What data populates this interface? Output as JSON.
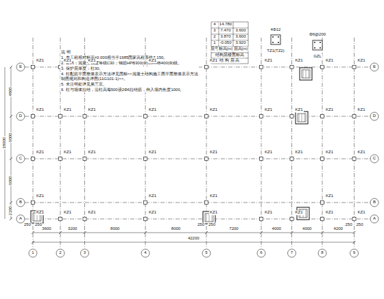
{
  "diagram": {
    "labels": [
      "说 明",
      "1. 本工程相对标高±0.000相当于1985国家高程系统7.150。",
      "2. 材料：混凝土强度等级C30；钢筋HPB300(Φ)和HRB400(Φ)级。",
      "3. 保护层厚度：柱30。",
      "4. 柱配筋平面整体表示方法详见国标<<混凝土结构施工图平面整体表示方法制图规则和构造详图(11G101-1)>>。",
      "5. 未注明处详见第三页。",
      "6. 柱与墙体拉结，沿柱高每500设2Φ6拉结筋，伸入墙内长度1000。",
      "4",
      "14.780",
      "3",
      "7.470",
      "3.600",
      "2",
      "3.870",
      "3.600",
      "1",
      "-0.050",
      "3.920",
      "层号",
      "标高(m)",
      "层高(m)",
      "结构层楼面标高",
      "结 构 层 高",
      "TZ1(TZ2)",
      "GZL",
      "4Φ12",
      "Φ6@200",
      "3600",
      "3200",
      "8000",
      "8000",
      "7200",
      "4000",
      "4000",
      "4200",
      "42200",
      "1",
      "2",
      "3",
      "4",
      "5",
      "6",
      "7",
      "8",
      "9",
      "A",
      "B",
      "C",
      "D",
      "E",
      "A",
      "B",
      "C",
      "D",
      "E",
      "2100",
      "6000",
      "6000",
      "4800",
      "18900",
      "KZ1",
      "KZ1",
      "KZ1",
      "KZ1",
      "KZ1",
      "KZ1",
      "KZ1",
      "KZ1",
      "KZ1",
      "KZ1",
      "KZ1",
      "KZ1",
      "KZ1",
      "KZ1",
      "KZ1",
      "KZ1",
      "KZ1",
      "KZ1",
      "KZ1",
      "KZ1",
      "KZ1",
      "KZ1",
      "KZ1",
      "KZ1",
      "KZ1",
      "KZ1",
      "KZ1",
      "KZ1",
      "KZ1",
      "KZ1",
      "KZ1",
      "KZ1",
      "KZ1",
      "KZ1",
      "KZ1",
      "KZ1",
      "KZ1",
      "KZ1",
      "KZ1",
      "KZ1",
      "250",
      "250",
      "250",
      "250",
      "250",
      "250"
    ]
  }
}
